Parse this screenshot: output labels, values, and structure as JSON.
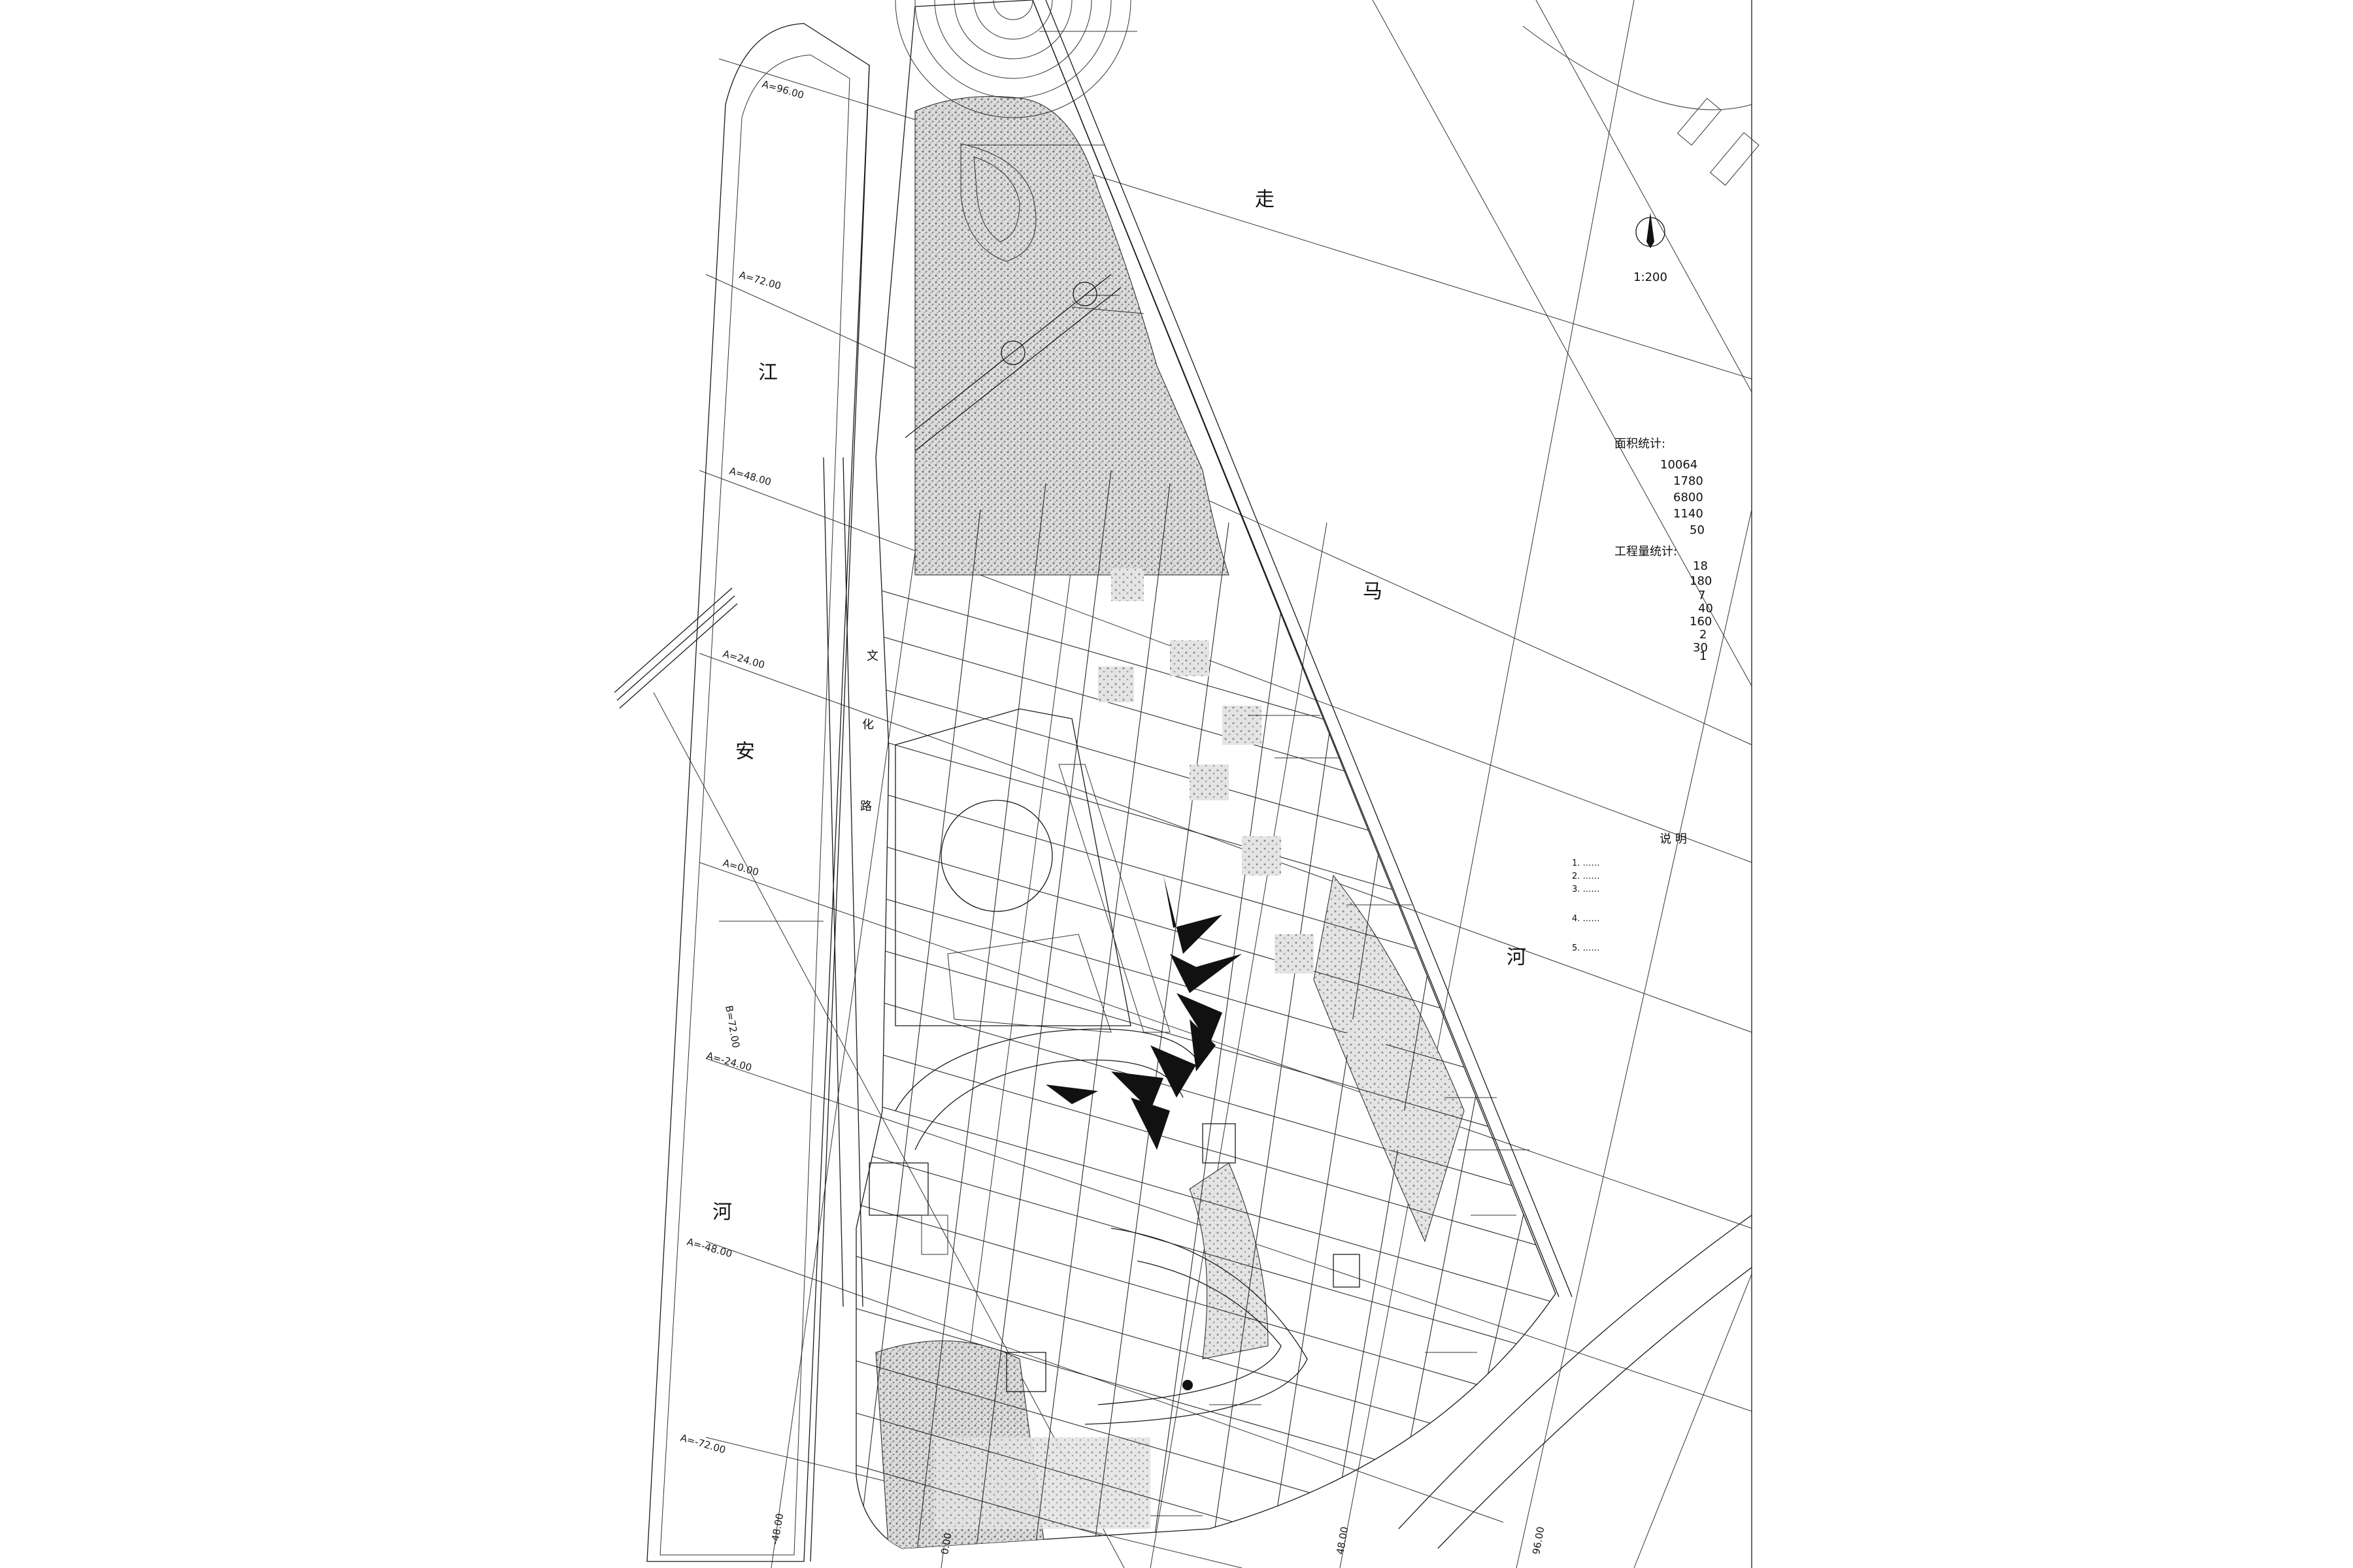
{
  "drawing": {
    "scale": "1:200",
    "accent": "#111111",
    "road_name": [
      "走",
      "马",
      "河"
    ],
    "river_name": [
      "江",
      "安",
      "河"
    ],
    "road_name_2": [
      "文",
      "化",
      "路"
    ]
  },
  "grid_labels": [
    "A=96.00",
    "A=72.00",
    "A=48.00",
    "A=24.00",
    "A=0.00",
    "A=-24.00",
    "A=-48.00",
    "A=-72.00",
    "B=72.00"
  ],
  "bottom_grid_labels": [
    "-48.00",
    "0.00",
    "48.00",
    "96.00"
  ],
  "callouts": [
    "",
    "",
    "",
    "",
    "",
    "",
    "",
    "",
    "",
    "",
    "",
    "",
    "",
    "",
    "",
    "",
    "",
    "",
    "",
    "",
    "",
    "",
    "",
    "",
    "",
    "",
    "",
    "",
    ""
  ],
  "area_stats": {
    "title": "面积统计:",
    "rows": [
      {
        "name": "",
        "value": "10064",
        "unit": ""
      },
      {
        "name": "",
        "value": "1780",
        "unit": ""
      },
      {
        "name": "",
        "value": "6800",
        "unit": ""
      },
      {
        "name": "",
        "value": "1140",
        "unit": ""
      },
      {
        "name": "",
        "value": "50",
        "unit": ""
      }
    ]
  },
  "work_stats": {
    "title": "工程量统计:",
    "rows": [
      {
        "name": "",
        "value": "18",
        "unit": ""
      },
      {
        "name": "",
        "value": "180",
        "unit": ""
      },
      {
        "name": "",
        "value": "7",
        "unit": ""
      },
      {
        "name": "",
        "value": "40",
        "unit": ""
      },
      {
        "name": "",
        "value": "160",
        "unit": ""
      },
      {
        "name": "",
        "value": "2",
        "unit": ""
      },
      {
        "name": "",
        "value": "30",
        "unit": ""
      },
      {
        "name": "",
        "value": "1",
        "unit": ""
      }
    ]
  },
  "notes": {
    "title": "说 明",
    "items": [
      "1. ……",
      "2. ……",
      "3. ……",
      "4. ……",
      "5. ……"
    ]
  }
}
